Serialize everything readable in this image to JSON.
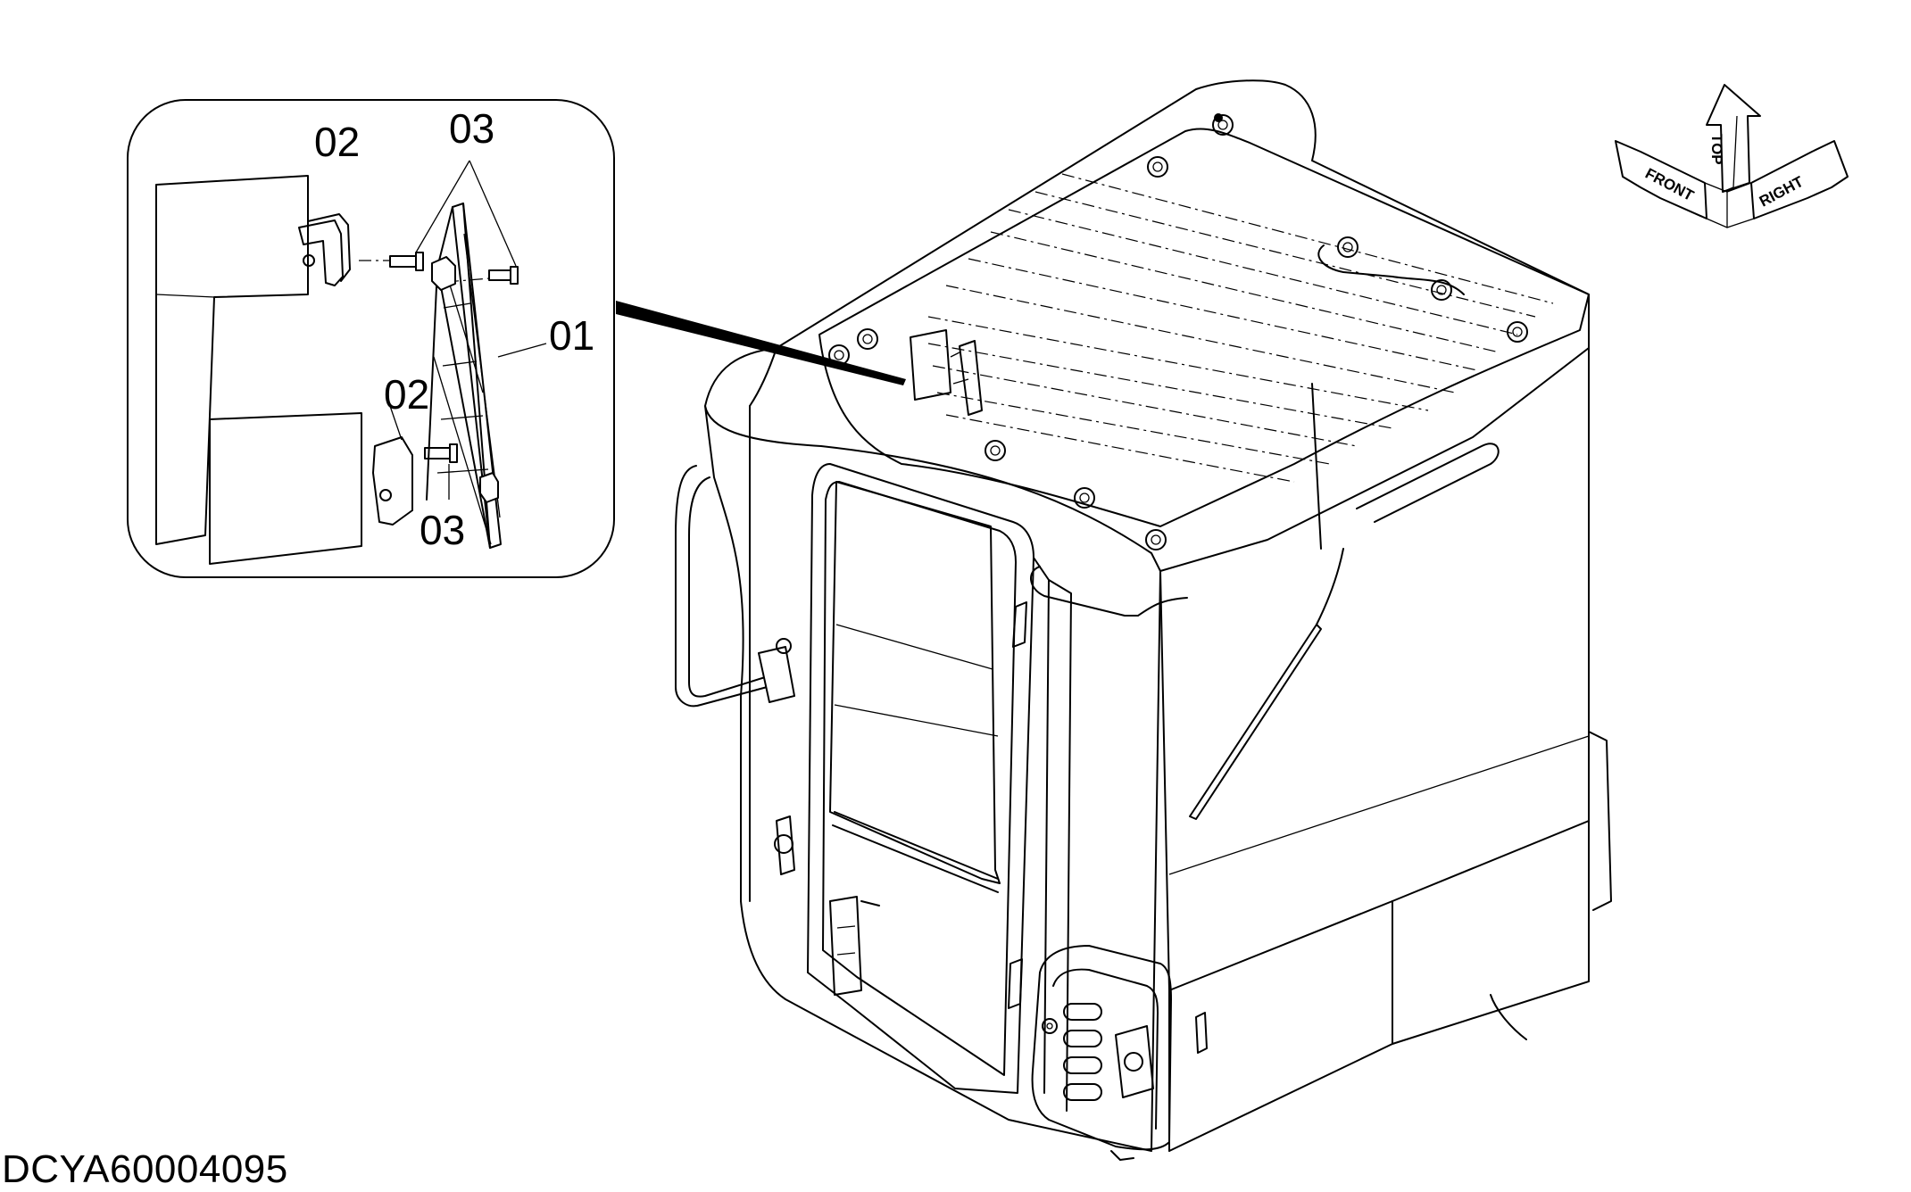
{
  "callouts": {
    "part_01": "01",
    "part_02_upper": "02",
    "part_02_lower": "02",
    "part_03_upper": "03",
    "part_03_lower": "03"
  },
  "orientation": {
    "top": "TOP",
    "front": "FRONT",
    "right": "RIGHT"
  },
  "document_code": "DCYA60004095",
  "icons": [
    "orientation-arrows-icon"
  ]
}
